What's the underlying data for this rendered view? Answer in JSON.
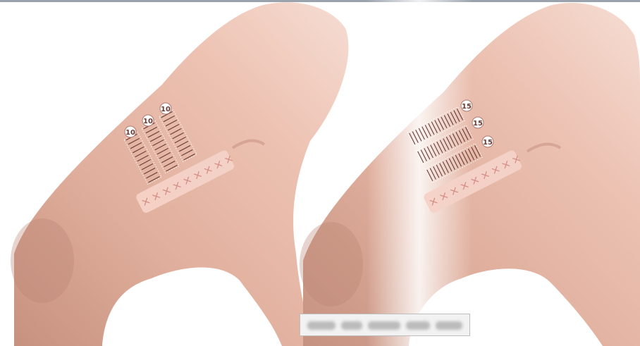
{
  "left_panel": {
    "zone_labels": [
      "10",
      "10",
      "10"
    ]
  },
  "right_panel": {
    "zone_labels": [
      "15",
      "15",
      "15"
    ]
  },
  "colors": {
    "skin_light": "#f1cdbf",
    "skin_dark": "#c48c7b",
    "patch": "#f4d2c7",
    "lines": "#5b2d28",
    "x_marks": "#d48e86"
  }
}
